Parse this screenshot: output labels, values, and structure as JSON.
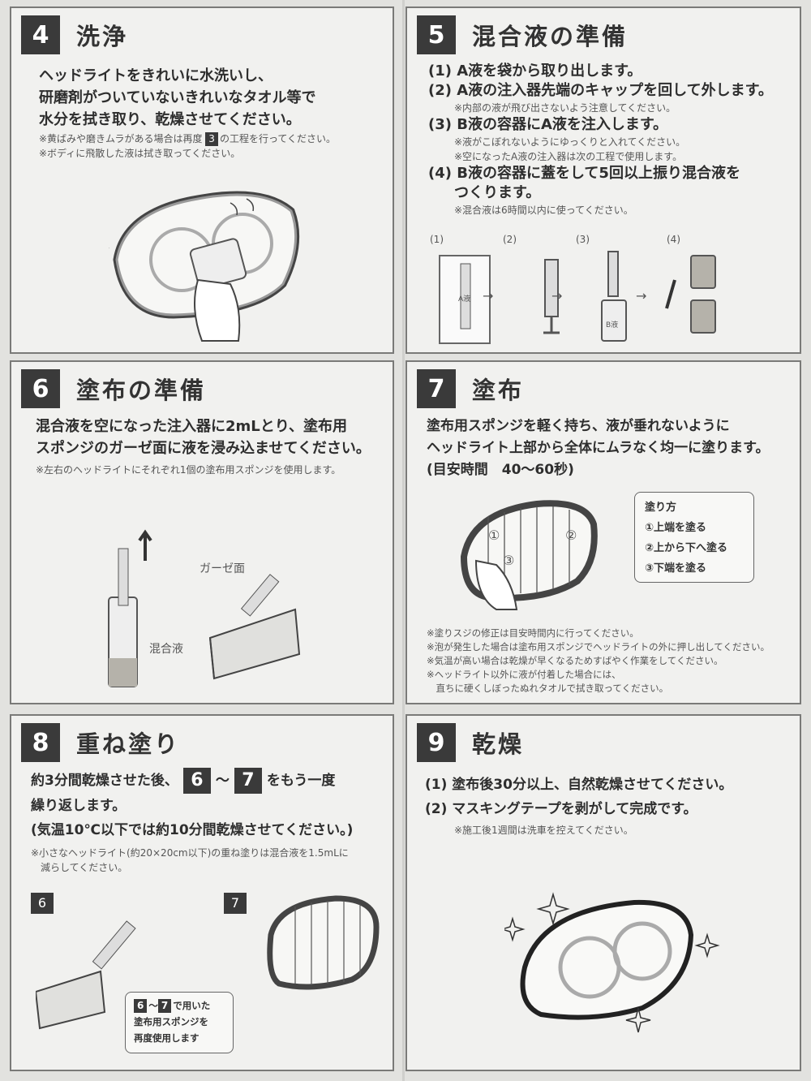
{
  "s4": {
    "num": "4",
    "title": "洗浄",
    "lines": [
      "ヘッドライトをきれいに水洗いし、",
      "研磨剤がついていないきれいなタオル等で",
      "水分を拭き取り、乾燥させてください。"
    ],
    "note1_a": "※黄ばみや磨きムラがある場合は再度",
    "note1_badge": "3",
    "note1_b": "の工程を行ってください。",
    "note2": "※ボディに飛散した液は拭き取ってください。"
  },
  "s5": {
    "num": "5",
    "title": "混合液の準備",
    "i1": "(1) A液を袋から取り出します。",
    "i2": "(2) A液の注入器先端のキャップを回して外します。",
    "n2": "※内部の液が飛び出さないよう注意してください。",
    "i3": "(3) B液の容器にA液を注入します。",
    "n3a": "※液がこぼれないようにゆっくりと入れてください。",
    "n3b": "※空になったA液の注入器は次の工程で使用します。",
    "i4a": "(4) B液の容器に蓋をして5回以上振り混合液を",
    "i4b": "つくります。",
    "n4": "※混合液は6時間以内に使ってください。",
    "fig": [
      "(1)",
      "(2)",
      "(3)",
      "(4)"
    ],
    "arrow": "→",
    "label_a": "A液",
    "label_b": "B液"
  },
  "s6": {
    "num": "6",
    "title": "塗布の準備",
    "lines": [
      "混合液を空になった注入器に2mLとり、塗布用",
      "スポンジのガーゼ面に液を浸み込ませてください。"
    ],
    "note": "※左右のヘッドライトにそれぞれ1個の塗布用スポンジを使用します。",
    "label_gauze": "ガーゼ面",
    "label_mix": "混合液"
  },
  "s7": {
    "num": "7",
    "title": "塗布",
    "lines": [
      "塗布用スポンジを軽く持ち、液が垂れないように",
      "ヘッドライト上部から全体にムラなく均一に塗ります。",
      "(目安時間　40〜60秒)"
    ],
    "callout_title": "塗り方",
    "callout_items": [
      "①上端を塗る",
      "②上から下へ塗る",
      "③下端を塗る"
    ],
    "marks": [
      "①",
      "②",
      "③"
    ],
    "notes": [
      "※塗りスジの修正は目安時間内に行ってください。",
      "※泡が発生した場合は塗布用スポンジでヘッドライトの外に押し出してください。",
      "※気温が高い場合は乾燥が早くなるためすばやく作業をしてください。",
      "※ヘッドライト以外に液が付着した場合には、",
      "　直ちに硬くしぼったぬれタオルで拭き取ってください。"
    ]
  },
  "s8": {
    "num": "8",
    "title": "重ね塗り",
    "l1a": "約3分間乾燥させた後、",
    "b1": "6",
    "tilde": "〜",
    "b2": "7",
    "l1b": "をもう一度",
    "l2": "繰り返します。",
    "l3": "(気温10℃以下では約10分間乾燥させてください。)",
    "n1": "※小さなヘッドライト(約20×20cm以下)の重ね塗りは混合液を1.5mLに",
    "n2": "　減らしてください。",
    "fig_a": "6",
    "fig_b": "7",
    "callout_b1": "6",
    "callout_b2": "7",
    "callout_a": "で用いた",
    "callout_l2": "塗布用スポンジを",
    "callout_l3": "再度使用します"
  },
  "s9": {
    "num": "9",
    "title": "乾燥",
    "i1": "(1) 塗布後30分以上、自然乾燥させてください。",
    "i2": "(2) マスキングテープを剥がして完成です。",
    "note": "※施工後1週間は洗車を控えてください。"
  }
}
